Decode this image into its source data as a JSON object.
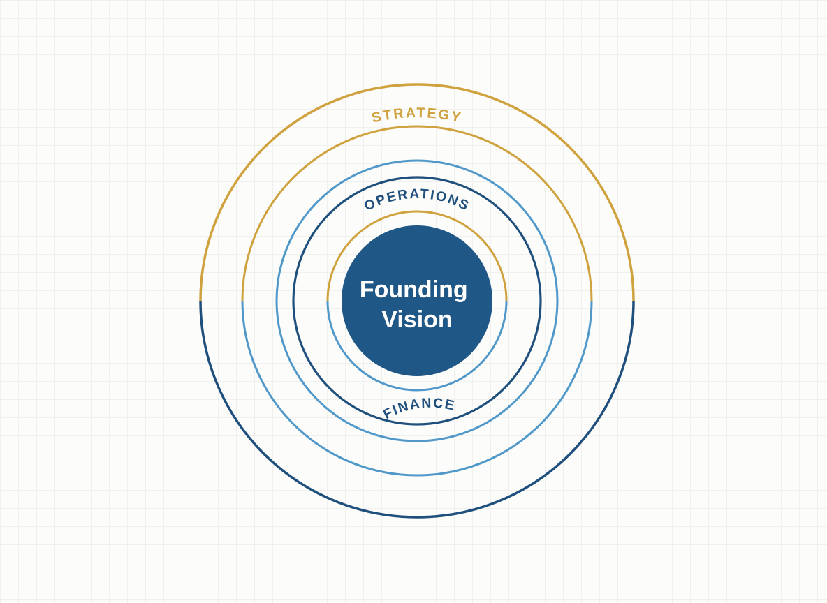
{
  "page": {
    "background": "#fcfcfa",
    "grid_color": "#f0f0ee"
  },
  "diagram": {
    "type": "concentric-circles",
    "center_circle": {
      "line1": "Founding",
      "line2": "Vision",
      "fill": "#1f5787",
      "text_color": "#ffffff"
    },
    "labels": {
      "strategy": {
        "text": "STRATEGY",
        "color": "#d0a23e",
        "position": "top-outer-band"
      },
      "operations": {
        "text": "OPERATIONS",
        "color": "#1f4f7d",
        "position": "top-inner-band"
      },
      "finance": {
        "text": "FINANCE",
        "color": "#1f4f7d",
        "position": "bottom-inner-band"
      }
    },
    "colors": {
      "gold": "#d0a23e",
      "navy": "#1f4f7d",
      "light_blue": "#4f98c9"
    },
    "rings": [
      {
        "name": "inner-ring",
        "radius": 128,
        "top_color": "gold",
        "bottom_color": "light_blue",
        "stroke_width": 3
      },
      {
        "name": "second-ring",
        "radius": 177,
        "top_color": "navy",
        "bottom_color": "navy",
        "stroke_width": 3.2
      },
      {
        "name": "third-ring",
        "radius": 201,
        "top_color": "light_blue",
        "bottom_color": "light_blue",
        "stroke_width": 3
      },
      {
        "name": "fourth-ring",
        "radius": 250,
        "top_color": "gold",
        "bottom_color": "light_blue",
        "stroke_width": 3
      },
      {
        "name": "outer-ring",
        "radius": 310,
        "top_color": "gold",
        "bottom_color": "navy",
        "stroke_width": 3.5
      }
    ]
  }
}
